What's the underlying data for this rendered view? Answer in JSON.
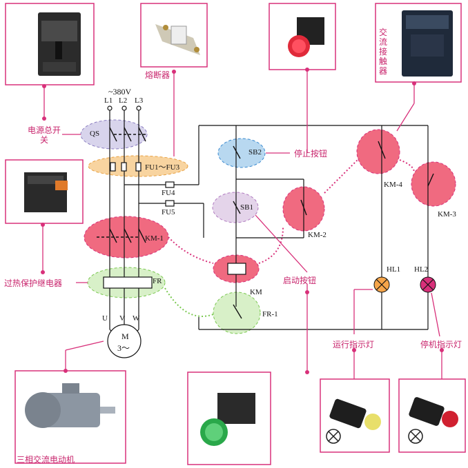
{
  "supply": {
    "voltage": "~380V",
    "l1": "L1",
    "l2": "L2",
    "l3": "L3"
  },
  "labels": {
    "power_switch": "电源总开关",
    "fuse": "熔断器",
    "stop_button": "停止按钮",
    "ac_contactor": "交流接触器",
    "thermal_relay": "过热保护继电器",
    "start_button": "启动按钮",
    "run_lamp": "运行指示灯",
    "stop_lamp": "停机指示灯",
    "motor_name": "三相交流电动机"
  },
  "components": {
    "qs": "QS",
    "fu1_fu3": "FU1～FU3",
    "fu4": "FU4",
    "fu5": "FU5",
    "km1": "KM-1",
    "km2": "KM-2",
    "km3": "KM-3",
    "km4": "KM-4",
    "km": "KM",
    "fr": "FR",
    "fr1": "FR-1",
    "sb1": "SB1",
    "sb2": "SB2",
    "hl1": "HL1",
    "hl2": "HL2",
    "u": "U",
    "v": "V",
    "w": "W",
    "motor_m": "M",
    "motor_phase": "3～"
  }
}
